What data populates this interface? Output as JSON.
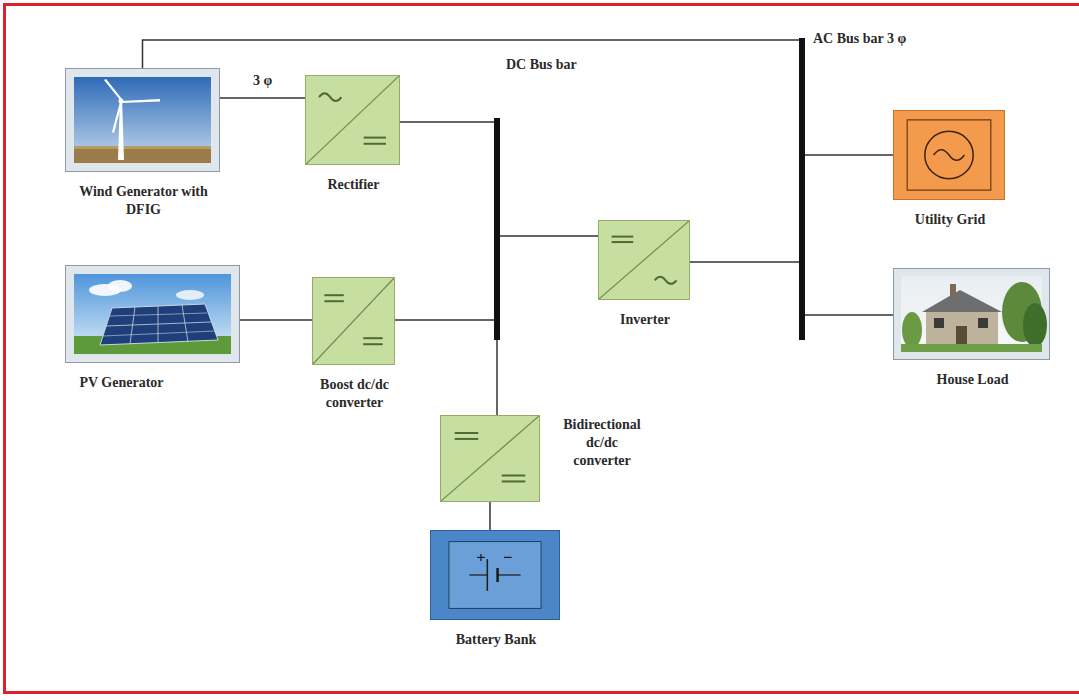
{
  "diagram": {
    "nodes": [
      {
        "text": [
          "Wind Generator with DFIG"
        ]
      },
      {
        "text": [
          "Rectifier"
        ]
      },
      {
        "text": [
          "DC Bus bar"
        ]
      },
      {
        "text": [
          "AC Bus bar 3 φ"
        ]
      },
      {
        "text": [
          "Utility Grid"
        ]
      },
      {
        "text": [
          "PV Generator"
        ]
      },
      {
        "text": [
          "Boost dc/dc converter"
        ]
      },
      {
        "text": [
          "Inverter"
        ]
      },
      {
        "text": [
          "House Load"
        ]
      },
      {
        "text": [
          "Bidirectional dc/dc converter"
        ]
      },
      {
        "text": [
          "Battery Bank"
        ]
      }
    ],
    "edges": [
      {
        "from": 0,
        "to": 1,
        "label": "3 φ",
        "arrow": "none"
      },
      {
        "from": 0,
        "to": 3,
        "arrow": "none"
      },
      {
        "from": 1,
        "to": 2,
        "arrow": "none"
      },
      {
        "from": 5,
        "to": 6,
        "arrow": "none"
      },
      {
        "from": 6,
        "to": 2,
        "arrow": "none"
      },
      {
        "from": 2,
        "to": 7,
        "arrow": "none"
      },
      {
        "from": 7,
        "to": 3,
        "arrow": "none"
      },
      {
        "from": 3,
        "to": 4,
        "arrow": "none"
      },
      {
        "from": 3,
        "to": 8,
        "arrow": "none"
      },
      {
        "from": 2,
        "to": 9,
        "arrow": "none"
      },
      {
        "from": 9,
        "to": 10,
        "arrow": "none"
      }
    ]
  }
}
